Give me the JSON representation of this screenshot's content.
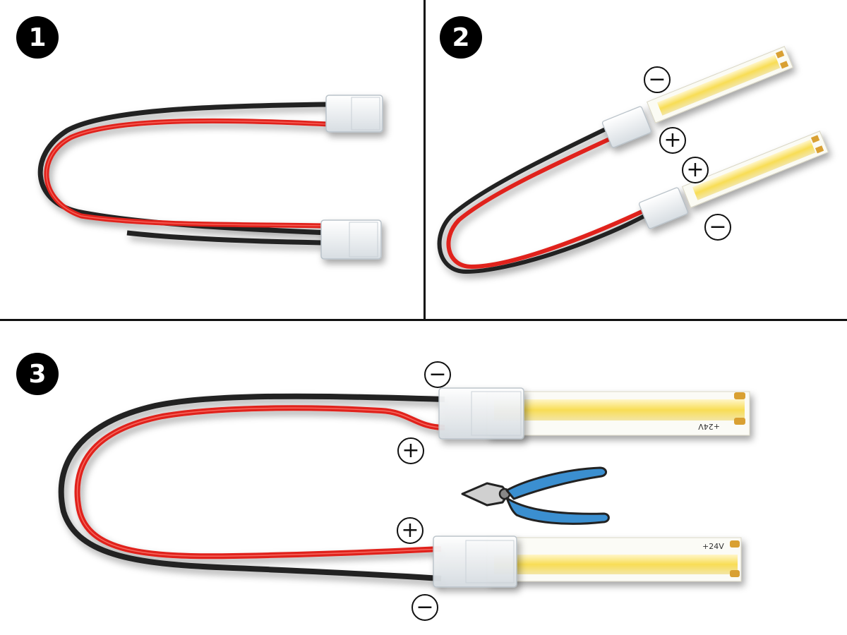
{
  "steps": {
    "step1": {
      "number": "1"
    },
    "step2": {
      "number": "2"
    },
    "step3": {
      "number": "3"
    }
  },
  "polarity": {
    "minus": "−",
    "plus": "+"
  },
  "strip": {
    "voltage_label": "+24V",
    "minus_mark": "-"
  },
  "colors": {
    "red_wire": "#e0201a",
    "black_wire": "#222222",
    "led_yellow": "#f7df60",
    "plier_blue": "#3b8fd0"
  }
}
